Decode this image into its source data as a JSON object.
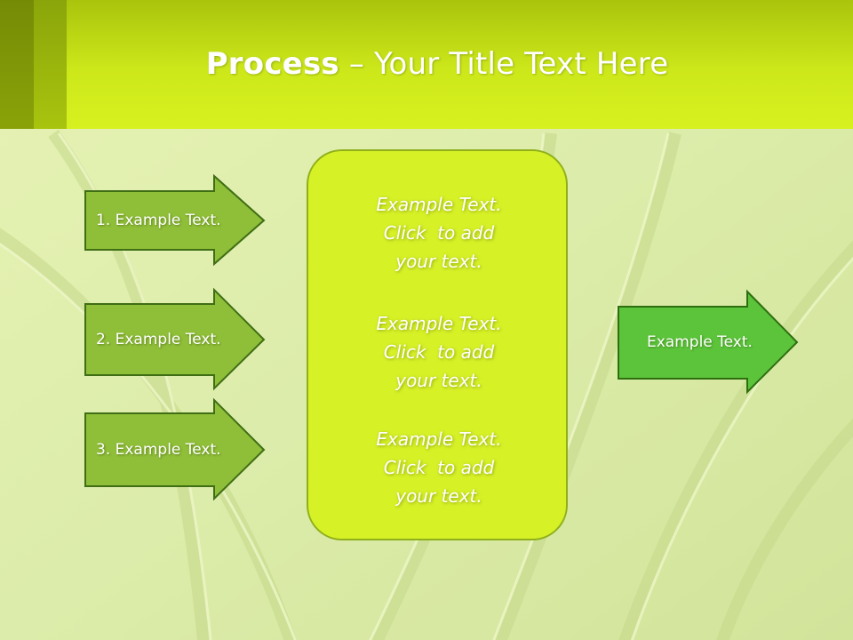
{
  "slide": {
    "title_bold": "Process",
    "title_rest": " – Your Title Text Here"
  },
  "steps": [
    {
      "label": "1. Example Text."
    },
    {
      "label": "2. Example Text."
    },
    {
      "label": "3. Example Text."
    }
  ],
  "center_box": {
    "blocks": [
      {
        "line1": "Example Text.",
        "line2": "Click  to add",
        "line3": "your text."
      },
      {
        "line1": "Example Text.",
        "line2": "Click  to add",
        "line3": "your text."
      },
      {
        "line1": "Example Text.",
        "line2": "Click  to add",
        "line3": "your text."
      }
    ]
  },
  "output": {
    "label": "Example Text."
  },
  "colors": {
    "step_fill": "#8fbe38",
    "step_border": "#3f6e15",
    "output_fill": "#5bc43a",
    "output_border": "#2e6e10",
    "center_fill": "#d7f127",
    "header": "#cde81a"
  }
}
